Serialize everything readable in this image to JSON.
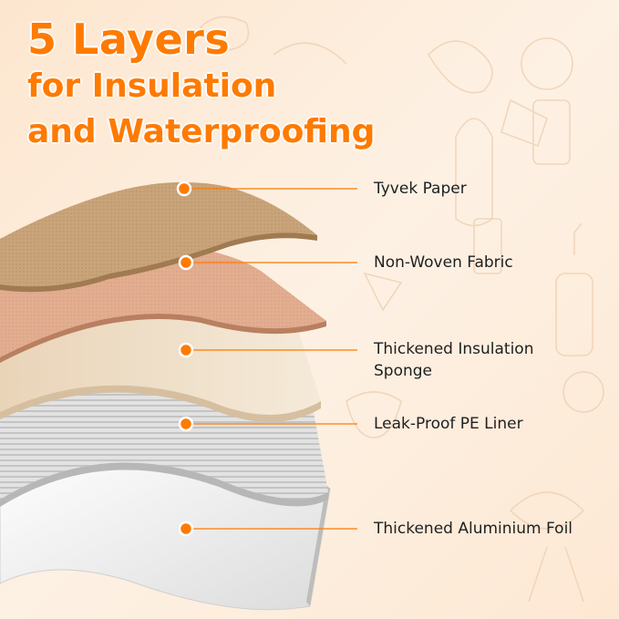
{
  "title": {
    "line1": "5 Layers",
    "line2": "for Insulation",
    "line3": "and Waterproofing"
  },
  "layers": [
    {
      "name": "Tyvek Paper",
      "color": "#c9a47a"
    },
    {
      "name": "Non-Woven Fabric",
      "color": "#dfa98a"
    },
    {
      "name": "Thickened Insulation Sponge",
      "color": "#ecdcc2"
    },
    {
      "name": "Leak-Proof PE Liner",
      "color": "#d9d9d9"
    },
    {
      "name": "Thickened Aluminium Foil",
      "color": "#ececec"
    }
  ],
  "colors": {
    "accent": "#ff7a00",
    "background": "#fbe9d6",
    "text": "#1f1f1f"
  }
}
